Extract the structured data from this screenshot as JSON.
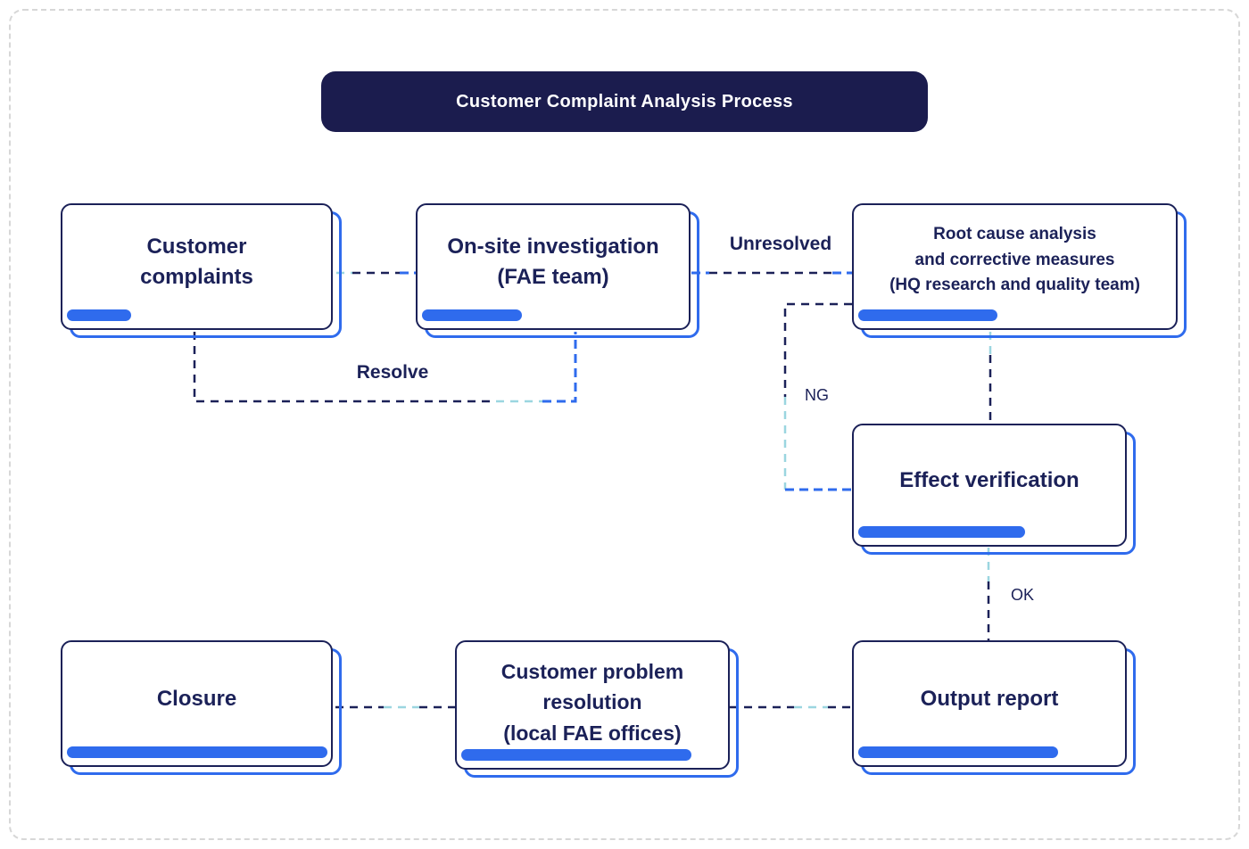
{
  "title": "Customer Complaint Analysis Process",
  "nodes": {
    "customer_complaints": {
      "label": "Customer\ncomplaints"
    },
    "onsite_investigation": {
      "label": "On-site investigation\n(FAE team)"
    },
    "root_cause": {
      "label": "Root cause analysis\nand corrective measures\n(HQ research and quality team)"
    },
    "effect_verification": {
      "label": "Effect verification"
    },
    "closure": {
      "label": "Closure"
    },
    "customer_problem_resolution": {
      "label": "Customer problem\nresolution\n(local FAE offices)"
    },
    "output_report": {
      "label": "Output report"
    }
  },
  "edge_labels": {
    "unresolved": "Unresolved",
    "resolve": "Resolve",
    "ng": "NG",
    "ok": "OK"
  },
  "colors": {
    "navy": "#1b2158",
    "accent_blue": "#2f6bed",
    "light_teal": "#9bd6e0",
    "title_bg": "#1b1c4e"
  }
}
